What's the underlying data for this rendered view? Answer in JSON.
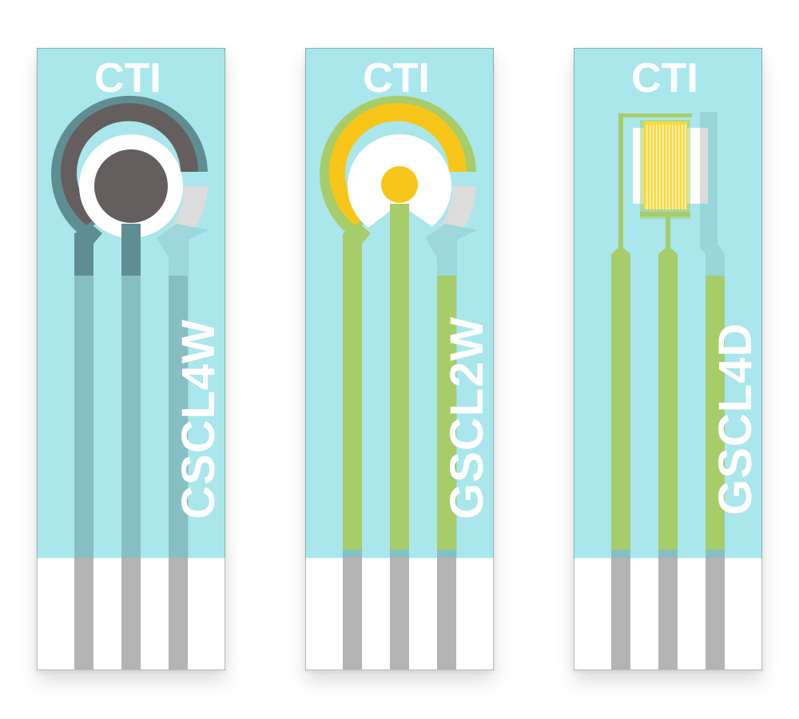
{
  "sensors": [
    {
      "brand": "CTI",
      "model": "CSCL4W",
      "electrode_type": "carbon-circular",
      "colors": {
        "substrate": "#a9e7ec",
        "outer_ring": "#5f8e92",
        "electrode": "#645e5e",
        "trace": "#5f8e92",
        "trace_faded": "#86bfc3",
        "contact": "#b4b4b4"
      }
    },
    {
      "brand": "CTI",
      "model": "GSCL2W",
      "electrode_type": "gold-circular",
      "colors": {
        "substrate": "#a9e7ec",
        "outer_ring": "#a7cd6a",
        "electrode": "#f8c618",
        "trace": "#a7cd6a",
        "trace_faded": "#86bfc3",
        "contact": "#b4b4b4"
      }
    },
    {
      "brand": "CTI",
      "model": "GSCL4D",
      "electrode_type": "gold-interdigitated",
      "colors": {
        "substrate": "#a9e7ec",
        "outer_ring": "#a7cd6a",
        "electrode": "#f8d938",
        "trace": "#a7cd6a",
        "trace_faded": "#86bfc3",
        "contact": "#b4b4b4"
      }
    }
  ]
}
